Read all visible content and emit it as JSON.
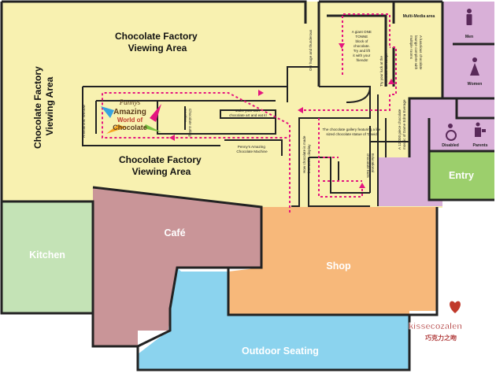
{
  "areas": {
    "viewing_top": "Chocolate Factory\nViewing Area",
    "viewing_left": "Chocolate Factory\nViewing Area",
    "viewing_middle": "Chocolate Factory\nViewing Area",
    "kitchen": "Kitchen",
    "cafe": "Café",
    "shop": "Shop",
    "outdoor": "Outdoor Seating",
    "entry": "Entry",
    "men": "Men",
    "women": "Women",
    "disabled": "Disabled",
    "parents": "Parents",
    "multimedia": "Multi-Media area"
  },
  "logo": {
    "brand": "Pannys",
    "line1": "Amazing",
    "line2": "World of",
    "line3": "Chocolate"
  },
  "exhibits": {
    "animatronic_window": "Animatronic Window",
    "cutting_machine": "Chocolate cutting\nmachine",
    "make_own": "Make your own\nchocolate art and eat it!",
    "amazing_machine": "Penny's Amazing\nChocolate Machine",
    "how_made": "How chocolate is made\ninteractive display",
    "educational": "Educational\nchocolate facts",
    "gallery": "The chocolate gallery featuring a life\nsized chocolate statue of 'David'",
    "tonne_block": "A giant ONE\nTONNE\nblock of\nchocolate.\nTry and lift\nit with your\nfriends!",
    "jump": "Try your luck at the\nChocolate Ski Jump!",
    "sculpture": "A 12,000 piece chocolate\nmosaic of Dame Edna Everage",
    "huge_fountain": "Our huge and thunderous\nchocolate waterfall",
    "lounge": "A luxurious chocolate\nlounge complete with\nmultiple rooms"
  },
  "watermark": {
    "text": "kissecozalen",
    "sub": "巧克力之吻"
  },
  "colors": {
    "viewing": "#f8f1b0",
    "kitchen": "#c4e3b6",
    "cafe": "#c99598",
    "shop": "#f7b87a",
    "outdoor": "#8bd3ee",
    "entry": "#9ccf6c",
    "restroom": "#d9b0d8",
    "path": "#e4157f"
  }
}
